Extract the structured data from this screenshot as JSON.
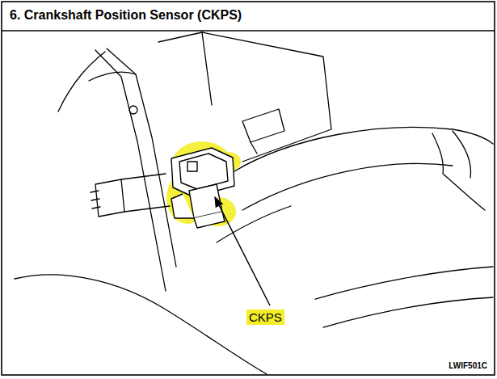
{
  "diagram": {
    "title": "6. Crankshaft Position Sensor (CKPS)",
    "labels": [
      "CKPS",
      "LWIF501C"
    ]
  }
}
